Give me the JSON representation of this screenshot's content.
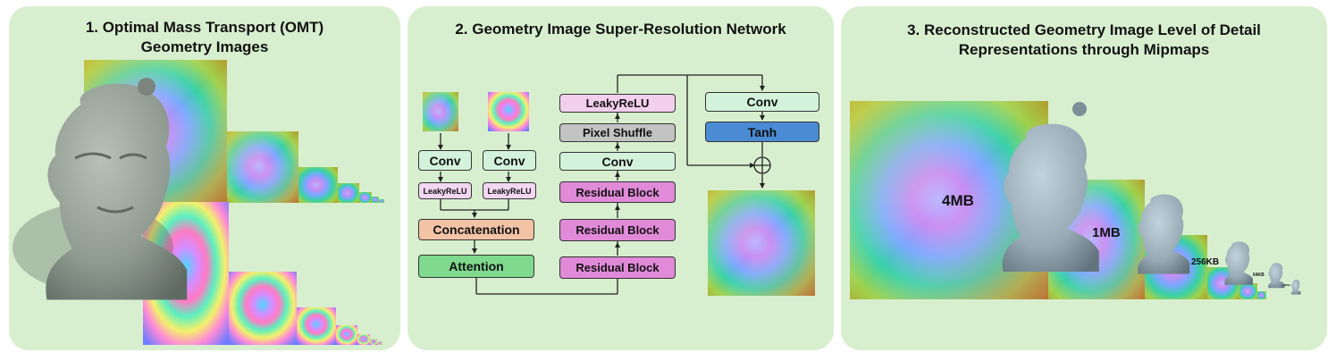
{
  "panel1": {
    "title_line1": "1. Optimal Mass Transport (OMT)",
    "title_line2": "Geometry Images"
  },
  "panel2": {
    "title": "2. Geometry Image Super-Resolution Network",
    "labels": {
      "conv_a": "Conv",
      "conv_b": "Conv",
      "lrelu_a": "LeakyReLU",
      "lrelu_b": "LeakyReLU",
      "concat": "Concatenation",
      "attention": "Attention",
      "res1": "Residual Block",
      "res2": "Residual Block",
      "res3": "Residual Block",
      "conv_mid": "Conv",
      "pixel_shuffle": "Pixel Shuffle",
      "lrelu_top": "LeakyReLU",
      "conv_right": "Conv",
      "tanh": "Tanh"
    }
  },
  "panel3": {
    "title_line1": "3. Reconstructed Geometry Image Level of Detail",
    "title_line2": "Representations through Mipmaps",
    "sizes": [
      "4MB",
      "1MB",
      "256KB",
      "64KB",
      "16KB"
    ]
  },
  "colors": {
    "panel_bg": "#d8efcf",
    "conv": "#d3f2dc",
    "lrelu_small": "#f2d6f2",
    "lrelu_top": "#f3cfee",
    "concat": "#f3c3a6",
    "attention": "#7fd98f",
    "residual": "#e08ad8",
    "pixel_shuffle": "#c3c3c3",
    "tanh": "#4a8bd4",
    "bust": "#8f9a91",
    "bust_blue": "#97aab5"
  }
}
